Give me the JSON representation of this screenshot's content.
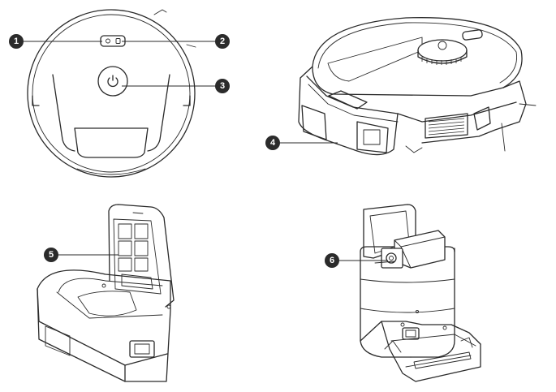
{
  "callouts": [
    {
      "number": "1",
      "target": "robot-top-buttons"
    },
    {
      "number": "2",
      "target": "robot-top-sensor"
    },
    {
      "number": "3",
      "target": "robot-lidar-cover"
    },
    {
      "number": "4",
      "target": "robot-side-dust-bin"
    },
    {
      "number": "5",
      "target": "dust-bin-filter"
    },
    {
      "number": "6",
      "target": "station-dust-bag"
    }
  ],
  "colors": {
    "line": "#2a2a2a",
    "badge": "#2b2b2b",
    "background": "#ffffff"
  },
  "icons": {
    "power": "power-icon"
  }
}
